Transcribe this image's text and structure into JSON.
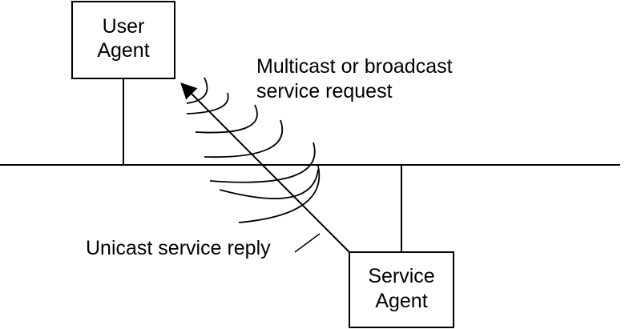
{
  "nodes": {
    "user_agent": {
      "line1": "User",
      "line2": "Agent"
    },
    "service_agent": {
      "line1": "Service",
      "line2": "Agent"
    }
  },
  "labels": {
    "request_line1": "Multicast or broadcast",
    "request_line2": "service request",
    "reply": "Unicast service reply"
  },
  "colors": {
    "stroke": "#000000",
    "background": "#ffffff"
  }
}
